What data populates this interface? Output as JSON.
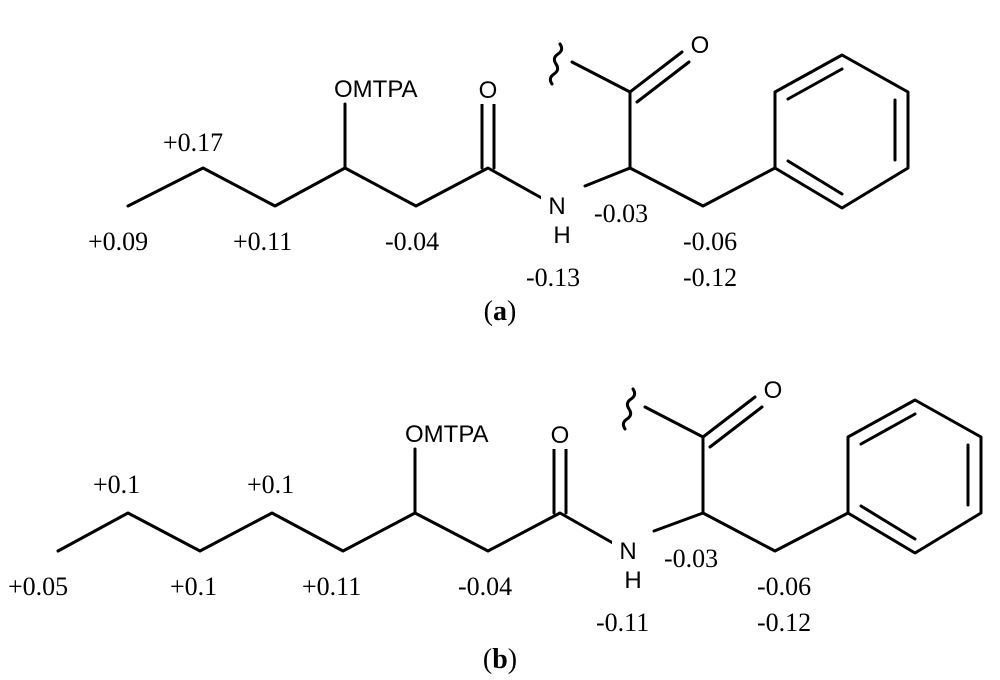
{
  "panel_a": {
    "label": "a",
    "groups": {
      "omtpa": "OMTPA",
      "carbonyl_o": "O",
      "ketone_o": "O",
      "nitrogen": "N",
      "hydrogen": "H"
    },
    "values": {
      "c1": "+0.09",
      "c2": "+0.17",
      "c3": "+0.11",
      "c_alpha": "-0.04",
      "nh": "-0.13",
      "phe_alpha": "-0.03",
      "phe_beta_1": "-0.06",
      "phe_beta_2": "-0.12"
    }
  },
  "panel_b": {
    "label": "b",
    "groups": {
      "omtpa": "OMTPA",
      "carbonyl_o": "O",
      "ketone_o": "O",
      "nitrogen": "N",
      "hydrogen": "H"
    },
    "values": {
      "c1": "+0.05",
      "c2": "+0.1",
      "c3": "+0.1",
      "c4": "+0.1",
      "c5": "+0.11",
      "c_alpha": "-0.04",
      "nh": "-0.11",
      "phe_alpha": "-0.03",
      "phe_beta_1": "-0.06",
      "phe_beta_2": "-0.12"
    }
  }
}
